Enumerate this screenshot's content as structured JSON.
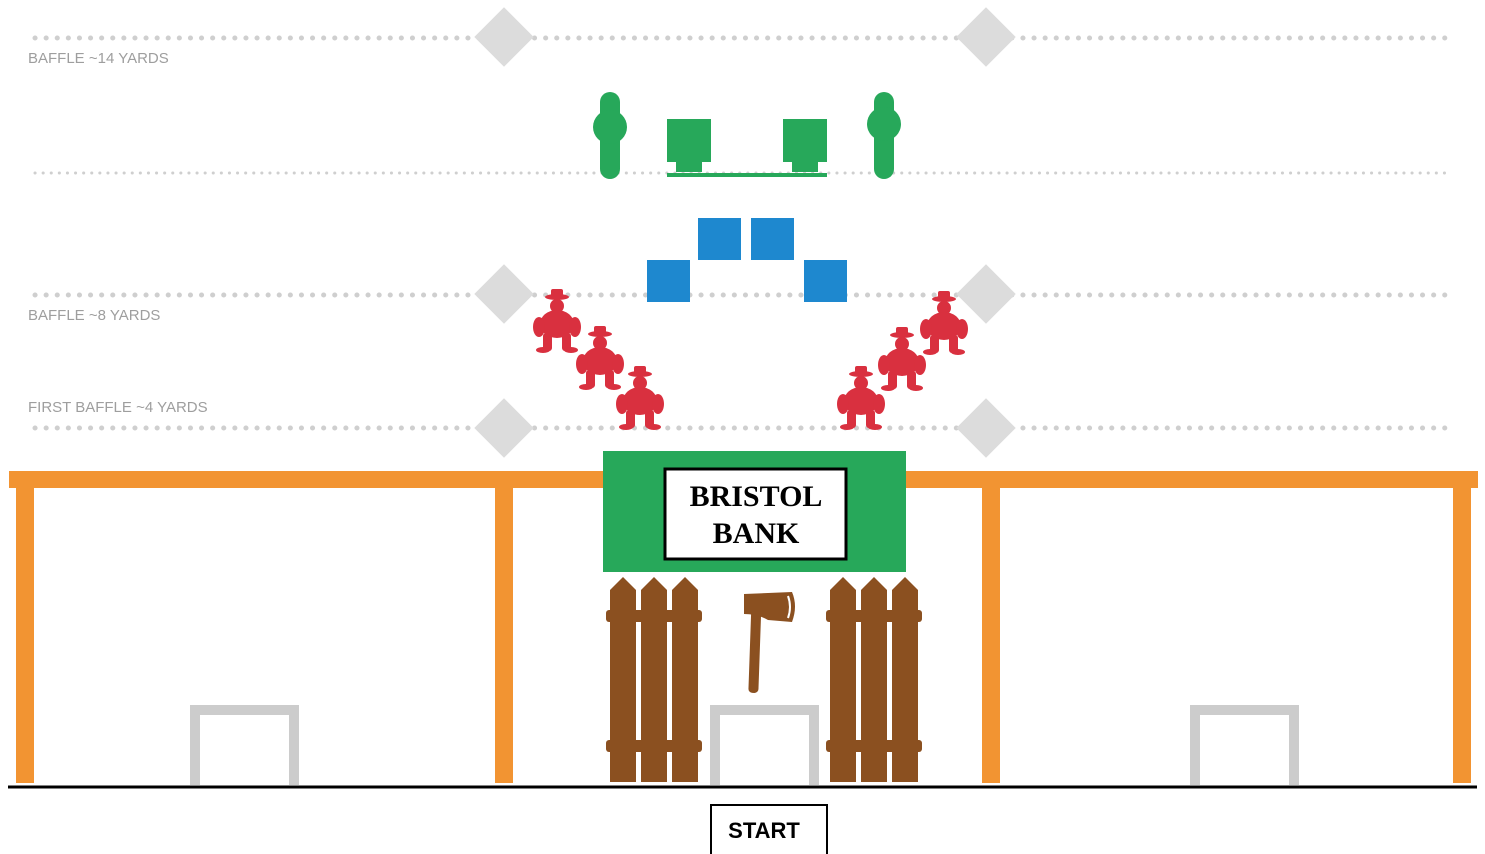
{
  "baffles": {
    "far_label": "BAFFLE ~14 YARDS",
    "mid_label": "BAFFLE ~8 YARDS",
    "first_label": "FIRST BAFFLE ~4 YARDS"
  },
  "sign": {
    "line1": "BRISTOL",
    "line2": "BANK"
  },
  "start": {
    "label": "START"
  },
  "colors": {
    "steel_green": "#27a85a",
    "steel_blue": "#1e88cf",
    "steel_red": "#d9303f",
    "wall_orange": "#f29432",
    "fence_brown": "#8b5020",
    "baffle_gray": "#cfcfcf",
    "table_gray": "#cccccc"
  },
  "targets": {
    "green_count": 4,
    "blue_count": 4,
    "red_count": 6
  }
}
